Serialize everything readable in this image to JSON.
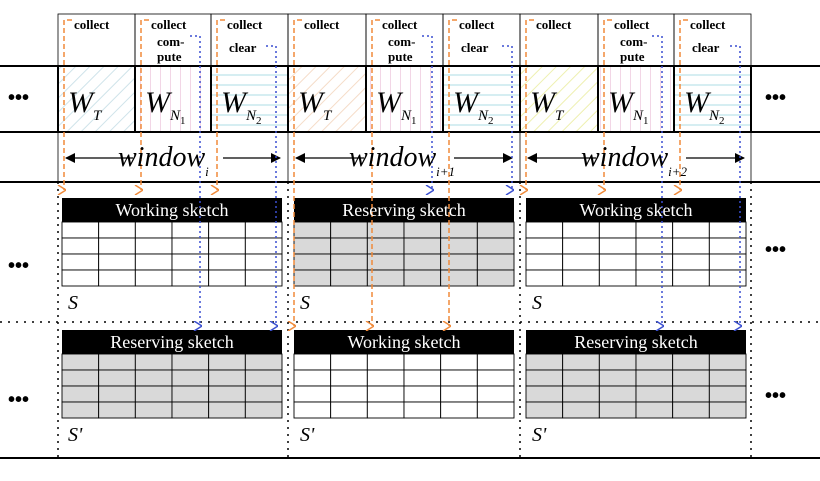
{
  "labels": {
    "collect": "collect",
    "compute": "com-\npute",
    "clear": "clear",
    "ellipsis": "•••",
    "window_word": "window"
  },
  "windows": [
    {
      "subscript": "i",
      "upper_header": "Working sketch",
      "lower_header": "Reserving sketch",
      "upper_shaded": false,
      "lower_shaded": true
    },
    {
      "subscript": "i+1",
      "upper_header": "Reserving sketch",
      "lower_header": "Working sketch",
      "upper_shaded": true,
      "lower_shaded": false
    },
    {
      "subscript": "i+2",
      "upper_header": "Working sketch",
      "lower_header": "Reserving sketch",
      "upper_shaded": false,
      "lower_shaded": true
    }
  ],
  "slots": [
    {
      "main": "W",
      "sub": "T",
      "subsub": "",
      "top_label": "collect",
      "second_label": ""
    },
    {
      "main": "W",
      "sub": "N",
      "subsub": "1",
      "top_label": "collect",
      "second_label": "com-\npute"
    },
    {
      "main": "W",
      "sub": "N",
      "subsub": "2",
      "top_label": "collect",
      "second_label": "clear"
    }
  ],
  "sketch_names": {
    "upper": "S",
    "lower": "S'"
  },
  "colors": {
    "collect_arrow": "#f08a3a",
    "compute_arrow": "#3a4fd0",
    "clear_arrow": "#3a4fd0",
    "header_bg": "#000000",
    "shaded_cell": "#d9d9d9",
    "hatch_T": "#cfe3ea",
    "hatch_N1": "#f2d6e6",
    "hatch_N2": "#d6eef2",
    "hatch_T3": "#eef0b0"
  }
}
